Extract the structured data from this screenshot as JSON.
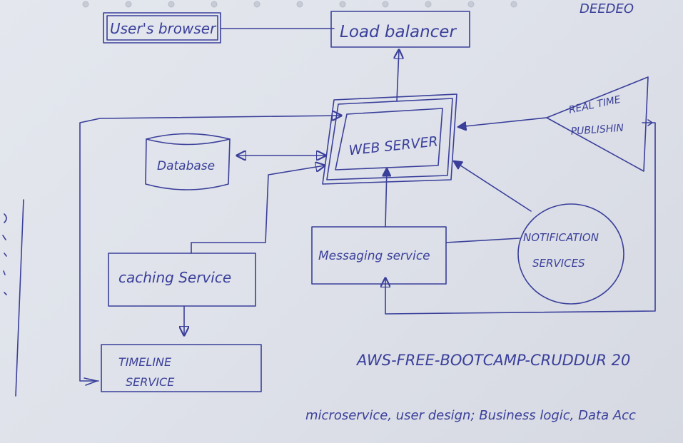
{
  "diagram": {
    "nodes": {
      "users_browser": "User's browser",
      "load_balancer": "Load balancer",
      "web_server": "WEB SERVER",
      "real_time_publishing_line1": "REAL TIME",
      "real_time_publishing_line2": "PUBLISHIN",
      "database": "Database",
      "caching_service": "caching Service",
      "messaging_service": "Messaging service",
      "notification_line1": "NOTIFICATION",
      "notification_line2": "SERVICES",
      "timeline_line1": "TIMELINE",
      "timeline_line2": "SERVICE"
    },
    "corner_mark": "DEEDEO",
    "footer_title": "AWS-FREE-BOOTCAMP-CRUDDUR 20",
    "footer_note": "microservice, user design; Business logic, Data Acc"
  },
  "colors": {
    "ink": "#3a3f9a",
    "paper": "#e1e4eb"
  }
}
